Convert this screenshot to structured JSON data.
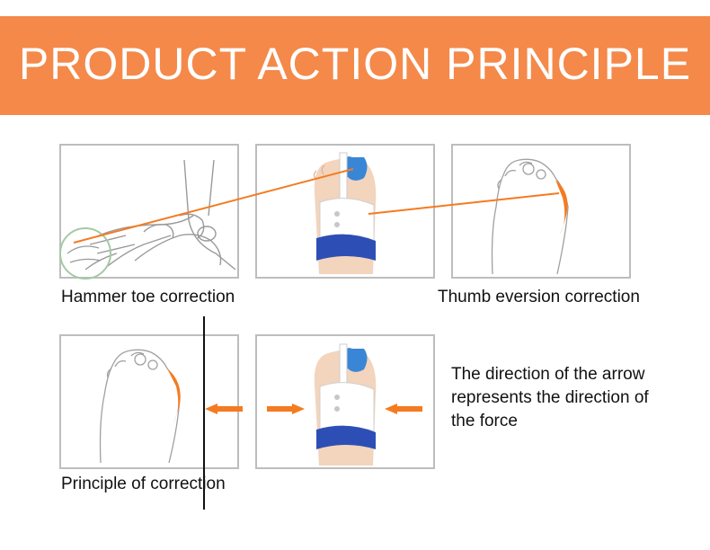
{
  "banner": {
    "title": "PRODUCT ACTION PRINCIPLE",
    "color": "#f4894a"
  },
  "captions": {
    "hammer_toe": "Hammer toe correction",
    "thumb_eversion": "Thumb eversion correction",
    "principle": "Principle of correction"
  },
  "description": {
    "line1": "The direction of the arrow",
    "line2": "represents the direction of",
    "line3": "the force"
  },
  "colors": {
    "accent": "#f47b20",
    "strap": "#2d4fb5",
    "pad": "#3a86d6"
  }
}
